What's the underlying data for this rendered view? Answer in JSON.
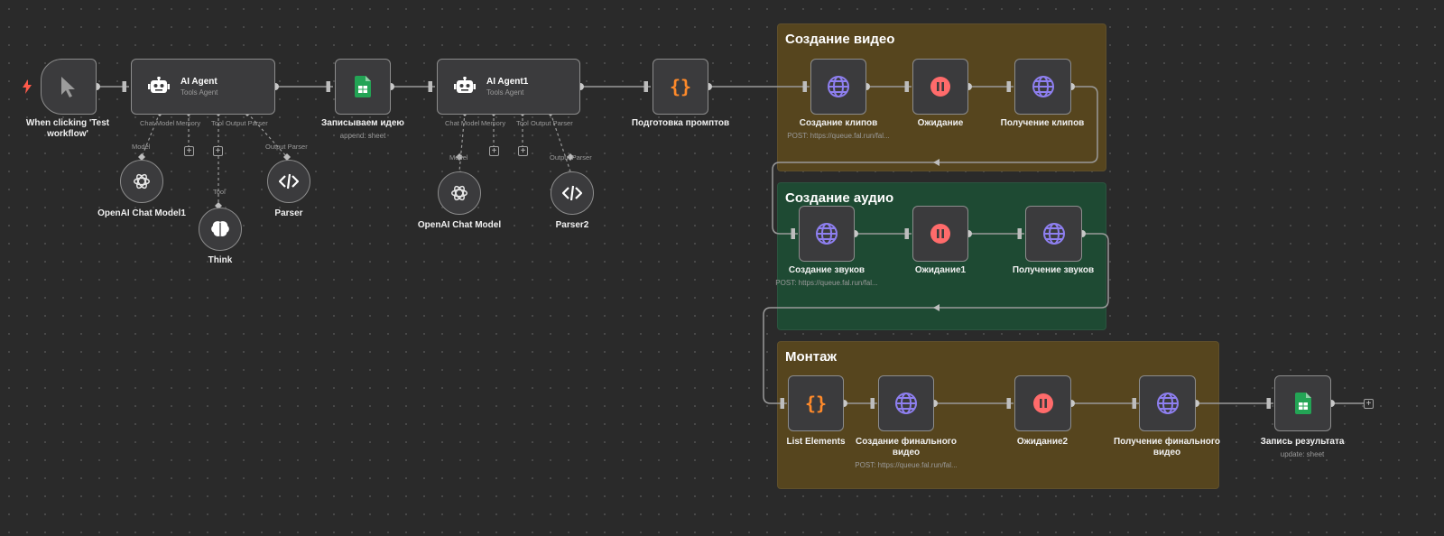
{
  "colors": {
    "canvas_bg": "#2a2a2a",
    "group_video": "#56451e",
    "group_audio": "#1e4a33",
    "group_montage": "#56451e",
    "wire": "#9a9a9a",
    "http_icon": "#8e7ff0",
    "wait_icon": "#ff6b6b",
    "code_icon": "#ff8a2a",
    "sheets_icon": "#23a455",
    "trigger_bolt": "#ff5a4a"
  },
  "groups": {
    "video": {
      "title": "Создание видео"
    },
    "audio": {
      "title": "Создание аудио"
    },
    "montage": {
      "title": "Монтаж"
    }
  },
  "nodes": {
    "trigger": {
      "label": "When clicking 'Test workflow'",
      "icon": "cursor-icon"
    },
    "agent1": {
      "title": "AI Agent",
      "subtitle": "Tools Agent",
      "icon": "robot-icon",
      "ports": {
        "chat_model": "Chat Model",
        "memory": "Memory",
        "tool": "Tool",
        "output_parser": "Output Parser"
      }
    },
    "sheet_write": {
      "label": "Записываем идею",
      "sub": "append: sheet",
      "icon": "sheets-icon"
    },
    "agent2": {
      "title": "AI Agent1",
      "subtitle": "Tools Agent",
      "icon": "robot-icon",
      "ports": {
        "chat_model": "Chat Model",
        "memory": "Memory",
        "tool": "Tool",
        "output_parser": "Output Parser"
      }
    },
    "prompts": {
      "label": "Подготовка промптов",
      "icon": "braces-icon"
    },
    "openai1": {
      "label": "OpenAI Chat Model1",
      "port": "Model",
      "icon": "openai-icon"
    },
    "think": {
      "label": "Think",
      "port": "Tool",
      "icon": "brain-icon"
    },
    "parser": {
      "label": "Parser",
      "port": "Output Parser",
      "icon": "code-icon"
    },
    "openai2": {
      "label": "OpenAI Chat Model",
      "port": "Model",
      "icon": "openai-icon"
    },
    "parser2": {
      "label": "Parser2",
      "port": "Output Parser",
      "icon": "code-icon"
    },
    "clips_create": {
      "label": "Создание клипов",
      "sub": "POST: https://queue.fal.run/fal...",
      "icon": "globe-icon"
    },
    "wait": {
      "label": "Ожидание",
      "icon": "pause-icon"
    },
    "clips_get": {
      "label": "Получение клипов",
      "icon": "globe-icon"
    },
    "sounds_create": {
      "label": "Создание звуков",
      "sub": "POST: https://queue.fal.run/fal...",
      "icon": "globe-icon"
    },
    "wait1": {
      "label": "Ожидание1",
      "icon": "pause-icon"
    },
    "sounds_get": {
      "label": "Получение звуков",
      "icon": "globe-icon"
    },
    "list_elements": {
      "label": "List Elements",
      "icon": "braces-icon"
    },
    "final_create": {
      "label": "Создание финального видео",
      "sub": "POST: https://queue.fal.run/fal...",
      "icon": "globe-icon"
    },
    "wait2": {
      "label": "Ожидание2",
      "icon": "pause-icon"
    },
    "final_get": {
      "label": "Получение финального видео",
      "icon": "globe-icon"
    },
    "result_write": {
      "label": "Запись результата",
      "sub": "update: sheet",
      "icon": "sheets-icon"
    }
  },
  "plus_symbol": "+"
}
